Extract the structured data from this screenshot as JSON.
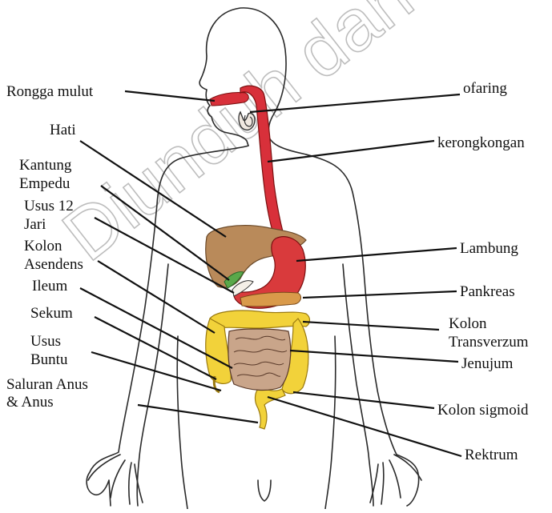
{
  "watermark": "Diunduh dari http://bse.kemdikbud.go.id",
  "labels": {
    "rongga_mulut": "Rongga mulut",
    "hati": "Hati",
    "kantung_empedu_1": "Kantung",
    "kantung_empedu_2": "Empedu",
    "usus12_1": "Usus 12",
    "usus12_2": "Jari",
    "kolon_asendens_1": "Kolon",
    "kolon_asendens_2": "Asendens",
    "ileum": "Ileum",
    "sekum": "Sekum",
    "usus_buntu_1": "Usus",
    "usus_buntu_2": "Buntu",
    "saluran_anus_1": "Saluran Anus",
    "saluran_anus_2": "& Anus",
    "ofaring": "ofaring",
    "kerongkongan": "kerongkongan",
    "lambung": "Lambung",
    "pankreas": "Pankreas",
    "kolon_transverzum_1": "Kolon",
    "kolon_transverzum_2": "Transverzum",
    "jenujum": "Jenujum",
    "kolon_sigmoid": "Kolon sigmoid",
    "rektrum": "Rektrum"
  },
  "colors": {
    "esophagus": "#d8303a",
    "stomach": "#d93a3c",
    "liver": "#b98a5a",
    "gallbladder": "#5aa84a",
    "pancreas": "#d99a4a",
    "large_intestine": "#f2d23a",
    "small_intestine": "#c9a58a"
  }
}
